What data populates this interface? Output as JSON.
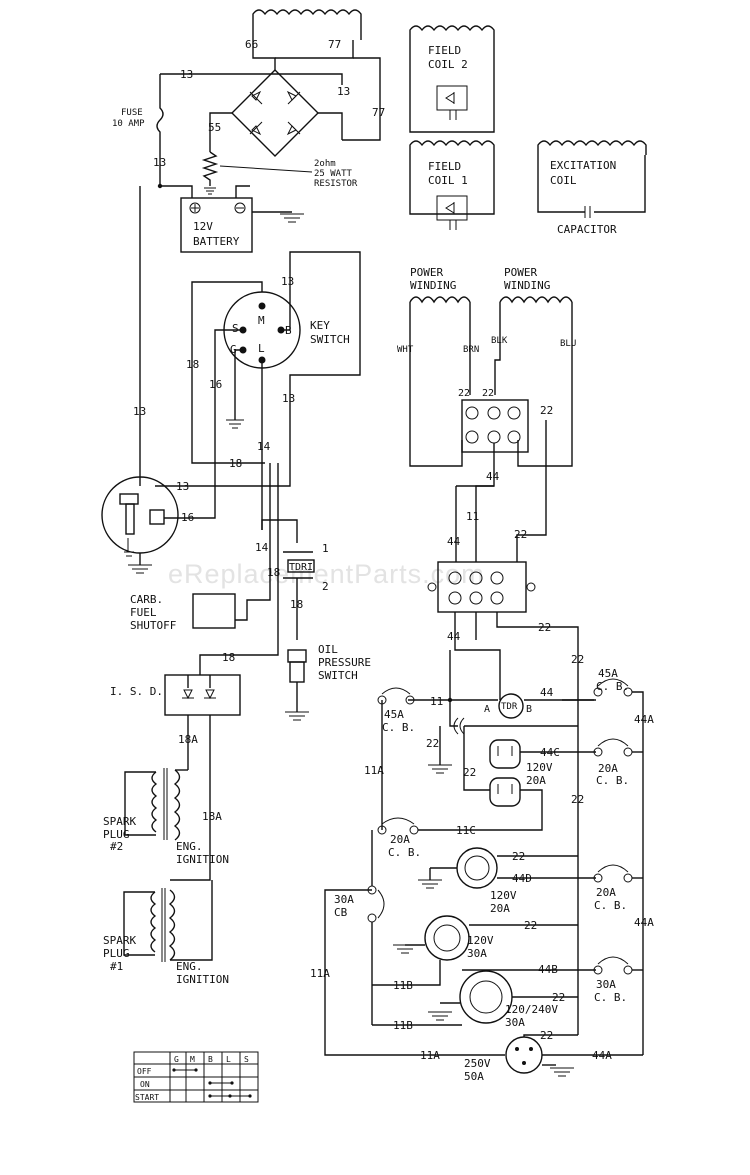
{
  "watermark": "eReplacementParts.com",
  "labels": {
    "fuse": "FUSE",
    "fuse_rating": "10 AMP",
    "resistor_a": "2ohm",
    "resistor_b": "25 WATT",
    "resistor_c": "RESISTOR",
    "battery_a": "12V",
    "battery_b": "BATTERY",
    "key_a": "KEY",
    "key_b": "SWITCH",
    "field2_a": "FIELD",
    "field2_b": "COIL 2",
    "field1_a": "FIELD",
    "field1_b": "COIL 1",
    "exc_a": "EXCITATION",
    "exc_b": "COIL",
    "capacitor": "CAPACITOR",
    "pw1_a": "POWER",
    "pw1_b": "WINDING",
    "pw2_a": "POWER",
    "pw2_b": "WINDING",
    "wht": "WHT",
    "brn": "BRN",
    "blk": "BLK",
    "blu": "BLU",
    "tdr": "TDR",
    "tdr1": "TDRI",
    "carb_a": "CARB.",
    "carb_b": "FUEL",
    "carb_c": "SHUTOFF",
    "oil_a": "OIL",
    "oil_b": "PRESSURE",
    "oil_c": "SWITCH",
    "isd": "I. S. D.",
    "sp2_a": "SPARK",
    "sp2_b": "PLUG",
    "sp2_c": "#2",
    "ign2_a": "ENG.",
    "ign2_b": "IGNITION",
    "sp1_a": "SPARK",
    "sp1_b": "PLUG",
    "sp1_c": "#1",
    "ign1_a": "ENG.",
    "ign1_b": "IGNITION",
    "cb45r_a": "45A",
    "cb45r_b": "C. B.",
    "cb45l_a": "45A",
    "cb45l_b": "C. B.",
    "cb20a_a": "20A",
    "cb20a_b": "C. B.",
    "cb20b_a": "20A",
    "cb20b_b": "C. B.",
    "cb20l_a": "20A",
    "cb20l_b": "C. B.",
    "cb30r_a": "30A",
    "cb30r_b": "C. B.",
    "cb30l_a": "30A",
    "cb30l_b": "CB",
    "dup_a": "120V",
    "dup_b": "20A",
    "r20_a": "120V",
    "r20_b": "20A",
    "r30_a": "120V",
    "r30_b": "30A",
    "r120_240_a": "120/240V",
    "r120_240_b": "30A",
    "r250_a": "250V",
    "r250_b": "50A",
    "tdr_a": "A",
    "tdr_b": "B"
  },
  "switch_table": {
    "headers": [
      "G",
      "M",
      "B",
      "L",
      "S"
    ],
    "rows": [
      "OFF",
      "ON",
      "START"
    ]
  },
  "wires": [
    {
      "id": "w66",
      "text": "66"
    },
    {
      "id": "w77a",
      "text": "77"
    },
    {
      "id": "w77b",
      "text": "77"
    },
    {
      "id": "w13a",
      "text": "13"
    },
    {
      "id": "w13b",
      "text": "13"
    },
    {
      "id": "w13c",
      "text": "13"
    },
    {
      "id": "w55",
      "text": "55"
    },
    {
      "id": "w13d",
      "text": "13"
    },
    {
      "id": "w13e",
      "text": "13"
    },
    {
      "id": "w18a",
      "text": "18"
    },
    {
      "id": "w16a",
      "text": "16"
    },
    {
      "id": "w13f",
      "text": "13"
    },
    {
      "id": "w14a",
      "text": "14"
    },
    {
      "id": "w18b",
      "text": "18"
    },
    {
      "id": "w13g",
      "text": "13"
    },
    {
      "id": "w16b",
      "text": "16"
    },
    {
      "id": "w14b",
      "text": "14"
    },
    {
      "id": "w18c",
      "text": "18"
    },
    {
      "id": "w1",
      "text": "1"
    },
    {
      "id": "w2",
      "text": "2"
    },
    {
      "id": "w18d",
      "text": "18"
    },
    {
      "id": "w18e",
      "text": "18"
    },
    {
      "id": "w18A1",
      "text": "18A"
    },
    {
      "id": "w18A2",
      "text": "18A"
    },
    {
      "id": "w22a",
      "text": "22"
    },
    {
      "id": "w22b",
      "text": "22"
    },
    {
      "id": "w22c",
      "text": "22"
    },
    {
      "id": "w44a",
      "text": "44"
    },
    {
      "id": "w11a",
      "text": "11"
    },
    {
      "id": "w22d",
      "text": "22"
    },
    {
      "id": "w44b",
      "text": "44"
    },
    {
      "id": "w44c",
      "text": "44"
    },
    {
      "id": "w22e",
      "text": "22"
    },
    {
      "id": "w22f",
      "text": "22"
    },
    {
      "id": "w11b",
      "text": "11"
    },
    {
      "id": "w44d",
      "text": "44"
    },
    {
      "id": "w44A1",
      "text": "44A"
    },
    {
      "id": "w22g",
      "text": "22"
    },
    {
      "id": "w44C",
      "text": "44C"
    },
    {
      "id": "w22h",
      "text": "22"
    },
    {
      "id": "w11Aa",
      "text": "11A"
    },
    {
      "id": "w22i",
      "text": "22"
    },
    {
      "id": "w11C",
      "text": "11C"
    },
    {
      "id": "w22j",
      "text": "22"
    },
    {
      "id": "w44D",
      "text": "44D"
    },
    {
      "id": "w44A2",
      "text": "44A"
    },
    {
      "id": "w22k",
      "text": "22"
    },
    {
      "id": "w44B",
      "text": "44B"
    },
    {
      "id": "w11B1",
      "text": "11B"
    },
    {
      "id": "w22l",
      "text": "22"
    },
    {
      "id": "w11B2",
      "text": "11B"
    },
    {
      "id": "w22m",
      "text": "22"
    },
    {
      "id": "w11Ab",
      "text": "11A"
    },
    {
      "id": "w11Ac",
      "text": "11A"
    },
    {
      "id": "w44A3",
      "text": "44A"
    }
  ]
}
